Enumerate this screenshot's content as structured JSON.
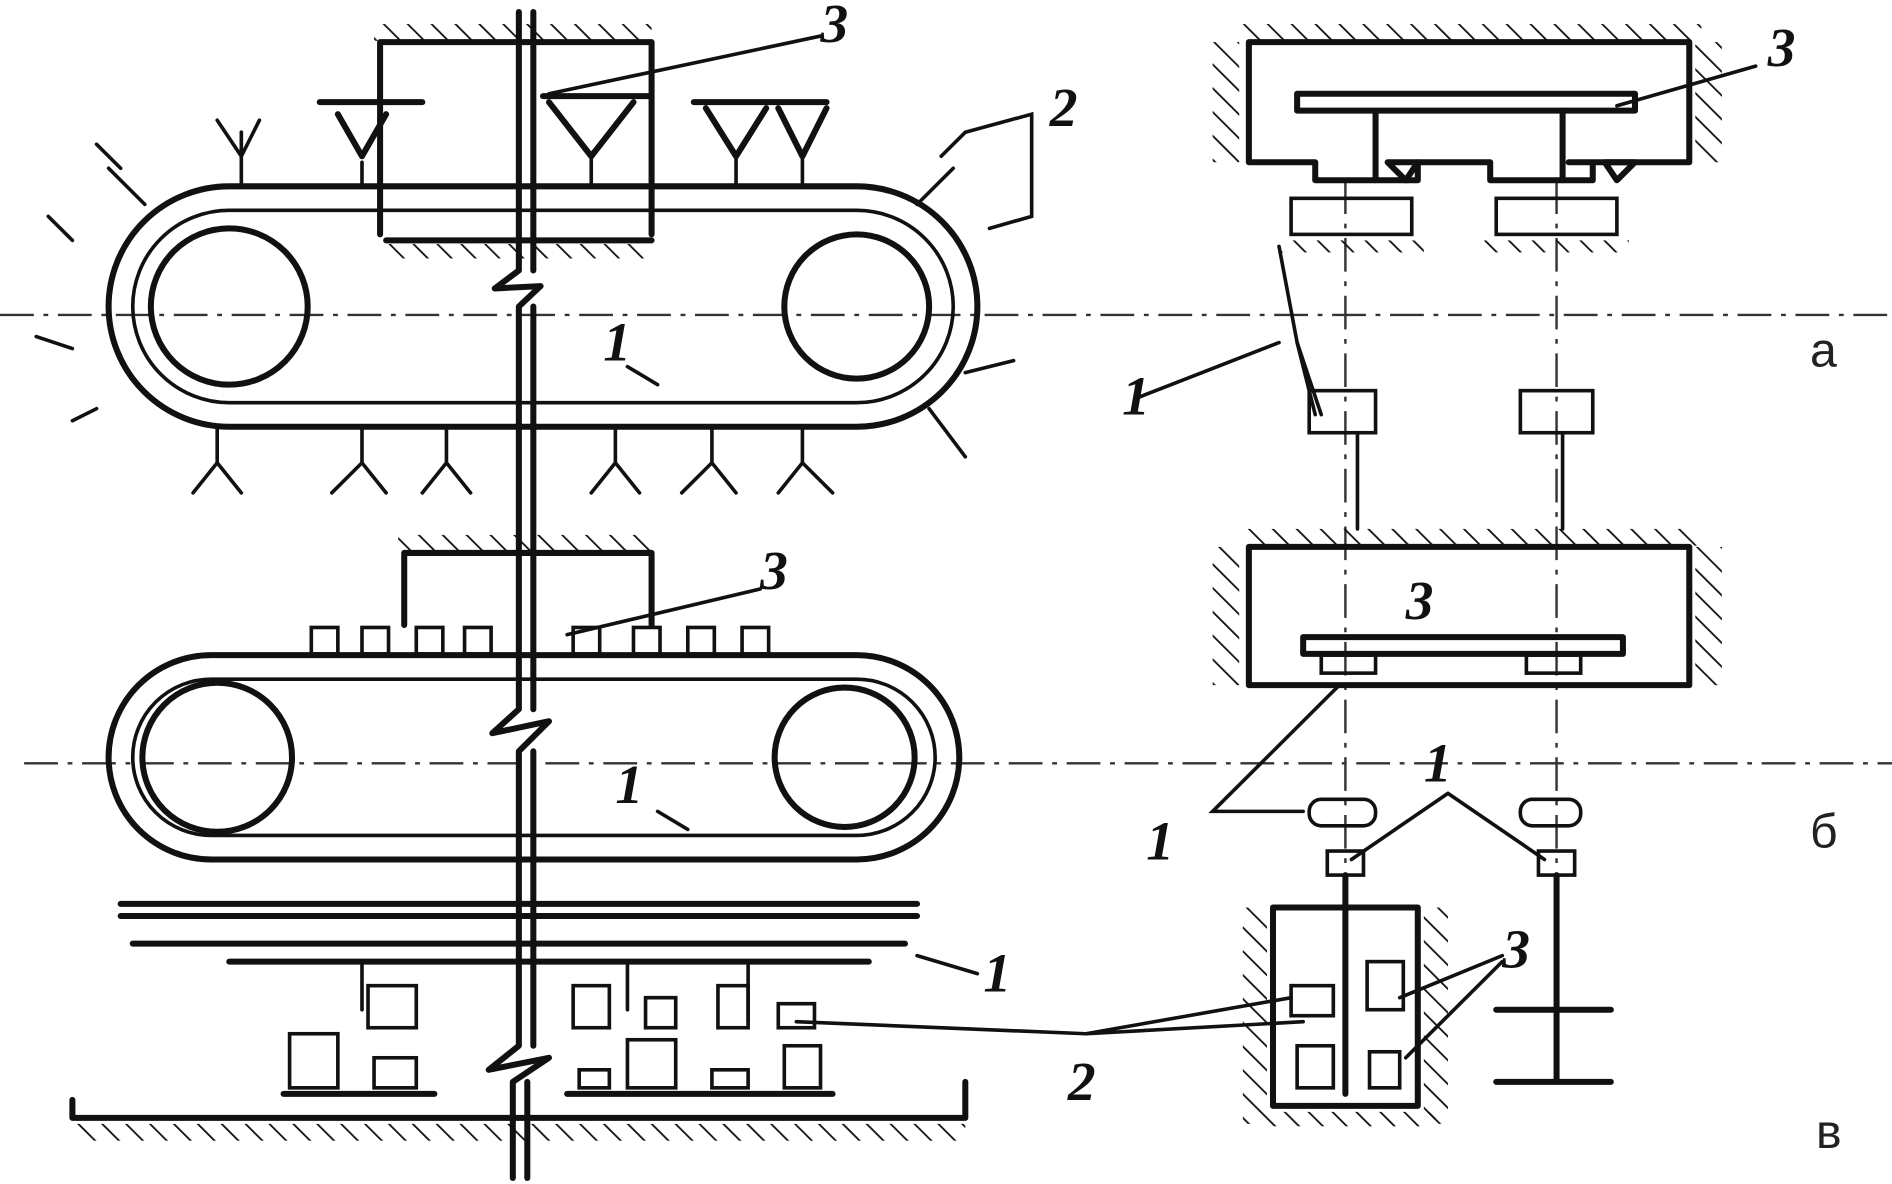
{
  "diagram": {
    "callouts": {
      "a_3": "3",
      "a_2": "2",
      "a_1": "1",
      "b_3": "3",
      "b_1": "1",
      "b_1_lower": "1",
      "r_a_3": "3",
      "r_a_1": "1",
      "r_b_3": "3",
      "r_b_1": "1",
      "r_b_1b": "1",
      "r_c_3": "3",
      "c_2": "2"
    },
    "sections": [
      "а",
      "б",
      "в"
    ]
  }
}
